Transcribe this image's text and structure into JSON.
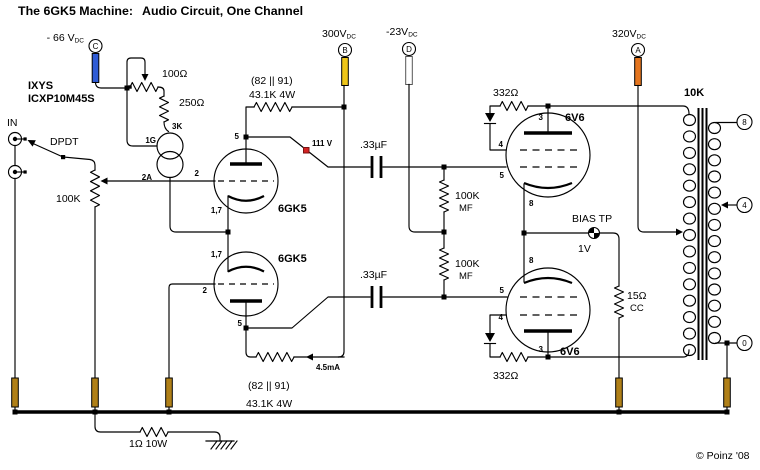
{
  "title": {
    "left": "The 6GK5 Machine:",
    "right": "Audio Circuit, One Channel"
  },
  "credit": "© Poinz '08",
  "colors": {
    "bar_bias": "#2f5cd6",
    "bar_b300": "#eec61a",
    "bar_d23": "#ffffff",
    "bar_a320": "#e4751f",
    "bar_ground": "#b08018",
    "test_point": "#d42222",
    "test_label": "#8b2020"
  },
  "input": {
    "label": "IN",
    "switch": "DPDT",
    "volume": "100K"
  },
  "bias": {
    "voltage": "- 66 V",
    "sub": "DC",
    "terminal": "C",
    "brand": "IXYS",
    "part": "ICXP10M45S",
    "trim": "100Ω",
    "series": "250Ω",
    "pin_g": "1G",
    "pin_a": "2A",
    "pin_k": "3K"
  },
  "supply_b": {
    "v": "300V",
    "sub": "DC",
    "t": "B"
  },
  "supply_d": {
    "v": "-23V",
    "sub": "DC",
    "t": "D"
  },
  "supply_a": {
    "v": "320V",
    "sub": "DC",
    "t": "A"
  },
  "driver": {
    "tube": "6GK5",
    "p5": "5",
    "p2": "2",
    "p17": "1,7",
    "r_note": "(82 || 91)",
    "r": "43.1K 4W",
    "tp": "111 V",
    "i": "4.5mA",
    "cap": ".33µF"
  },
  "coupling": {
    "r": "100K",
    "type": "MF"
  },
  "output": {
    "tube": "6V6",
    "p3": "3",
    "p4": "4",
    "p5": "5",
    "p8": "8",
    "screen_r": "332Ω",
    "bias_tp": "BIAS TP",
    "bias_v": "1V",
    "rk": "15Ω",
    "rk_type": "CC"
  },
  "xfmr": {
    "z": "10K",
    "t8": "8",
    "t4": "4",
    "t0": "0"
  },
  "ground": {
    "r": "1Ω 10W"
  }
}
